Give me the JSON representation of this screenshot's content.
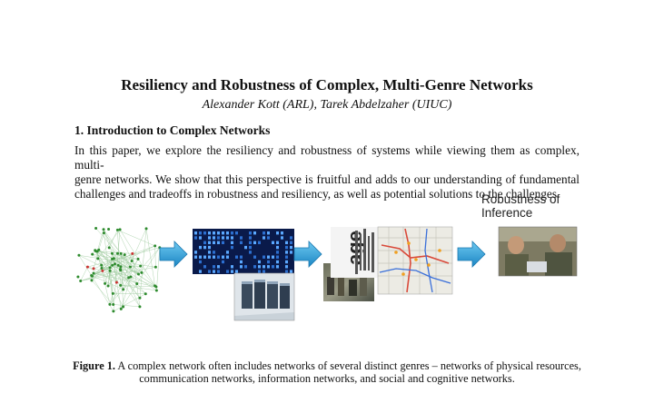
{
  "paper": {
    "title": "Resiliency and Robustness of Complex, Multi-Genre Networks",
    "authors": "Alexander Kott (ARL), Tarek Abdelzaher (UIUC)",
    "section_heading": "1. Introduction to Complex Networks",
    "paragraph_lines": [
      "In this paper, we explore the resiliency and robustness of systems while viewing them as complex, multi-",
      "genre networks. We show that this perspective is fruitful and adds to our understanding of fundamental",
      "challenges and tradeoffs in robustness and resiliency, as well as potential solutions to the challenges."
    ]
  },
  "figure": {
    "robustness_label_line1": "Robustness of",
    "robustness_label_line2": "Inference",
    "word_cloud_text": "age",
    "caption_label": "Figure 1.",
    "caption_line1": " A complex network often includes networks of several distinct genres – networks of physical resources,",
    "caption_line2": "communication networks, information networks, and social and cognitive networks."
  },
  "colors": {
    "arrow": "#2a9fd6",
    "network_node": "#2e8b2e",
    "code_background": "#0a1a4a"
  }
}
